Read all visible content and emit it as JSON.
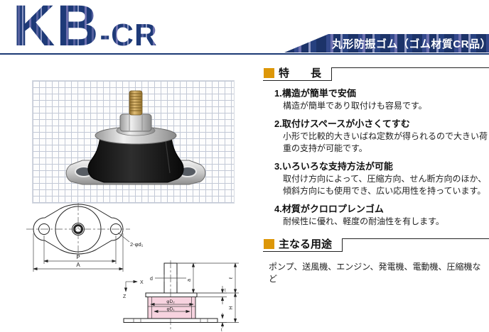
{
  "header": {
    "logo_main": "KB",
    "logo_sub": "-CR",
    "banner": "丸形防振ゴム（ゴム材質CR品）"
  },
  "features": {
    "title": "特　　長",
    "items": [
      {
        "num": "1.",
        "title": "構造が簡単で安価",
        "body": "構造が簡単であり取付けも容易です。"
      },
      {
        "num": "2.",
        "title": "取付けスペースが小さくてすむ",
        "body": "小形で比較的大きいばね定数が得られるので大きい荷重の支持が可能です。"
      },
      {
        "num": "3.",
        "title": "いろいろな支持方法が可能",
        "body": "取付け方向によって、圧縮方向、せん断方向のほか、傾斜方向にも使用でき、広い応用性を持っています。"
      },
      {
        "num": "4.",
        "title": "材質がクロロプレンゴム",
        "body": "耐候性に優れ、軽度の耐油性を有します。"
      }
    ]
  },
  "applications": {
    "title": "主なる用途",
    "body": "ポンプ、送風機、エンジン、発電機、電動機、圧縮機など"
  },
  "drawing": {
    "top_view": {
      "hole_label": "2-φd₁",
      "pitch_label": "P",
      "width_label": "A"
    },
    "side_view": {
      "thread_label": "d",
      "thread_length_label": "a",
      "dia_top_label": "φD₂",
      "dia_bottom_label": "φD₁",
      "overall_label": "ℓ",
      "height_label": "H",
      "plate_thickness_label": "t",
      "base_thickness_label": "t",
      "axis_x": "X",
      "axis_z": "Z"
    }
  },
  "colors": {
    "navy": "#1c3a75",
    "accent_orange": "#dd9708",
    "rubber_section_pink": "#f7d3df"
  }
}
